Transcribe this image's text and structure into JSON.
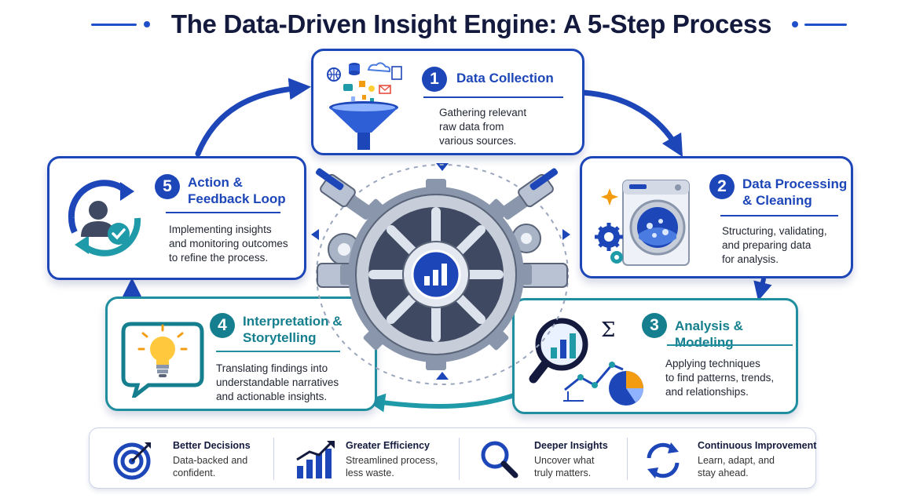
{
  "title": "The Data-Driven Insight Engine: A 5-Step Process",
  "colors": {
    "blue": "#1d46b8",
    "teal": "#1f8e9e",
    "dark": "#131a3d"
  },
  "steps": [
    {
      "number": "1",
      "title_lines": [
        "Data Collection"
      ],
      "description_lines": [
        "Gathering relevant",
        "raw data from",
        "various sources."
      ],
      "icon": "funnel-icon"
    },
    {
      "number": "2",
      "title_lines": [
        "Data Processing",
        "& Cleaning"
      ],
      "description_lines": [
        "Structuring, validating,",
        "and preparing data",
        "for analysis."
      ],
      "icon": "washing-machine-icon"
    },
    {
      "number": "3",
      "title_lines": [
        "Analysis & Modeling"
      ],
      "description_lines": [
        "Applying techniques",
        "to find patterns, trends,",
        "and relationships."
      ],
      "icon": "magnifier-chart-icon"
    },
    {
      "number": "4",
      "title_lines": [
        "Interpretation &",
        "Storytelling"
      ],
      "description_lines": [
        "Translating findings into",
        "understandable narratives",
        "and actionable insights."
      ],
      "icon": "lightbulb-icon"
    },
    {
      "number": "5",
      "title_lines": [
        "Action &",
        "Feedback Loop"
      ],
      "description_lines": [
        "Implementing insights",
        "and monitoring outcomes",
        "to refine the process."
      ],
      "icon": "user-cycle-icon"
    }
  ],
  "engine_icon": "bar-chart-icon",
  "benefits": [
    {
      "title": "Better Decisions",
      "description_lines": [
        "Data-backed and",
        "confident."
      ],
      "icon": "target-icon"
    },
    {
      "title": "Greater Efficiency",
      "description_lines": [
        "Streamlined process,",
        "less waste."
      ],
      "icon": "growth-chart-icon"
    },
    {
      "title": "Deeper Insights",
      "description_lines": [
        "Uncover what",
        "truly matters."
      ],
      "icon": "search-icon"
    },
    {
      "title": "Continuous Improvement",
      "description_lines": [
        "Learn, adapt, and",
        "stay ahead."
      ],
      "icon": "refresh-icon"
    }
  ]
}
